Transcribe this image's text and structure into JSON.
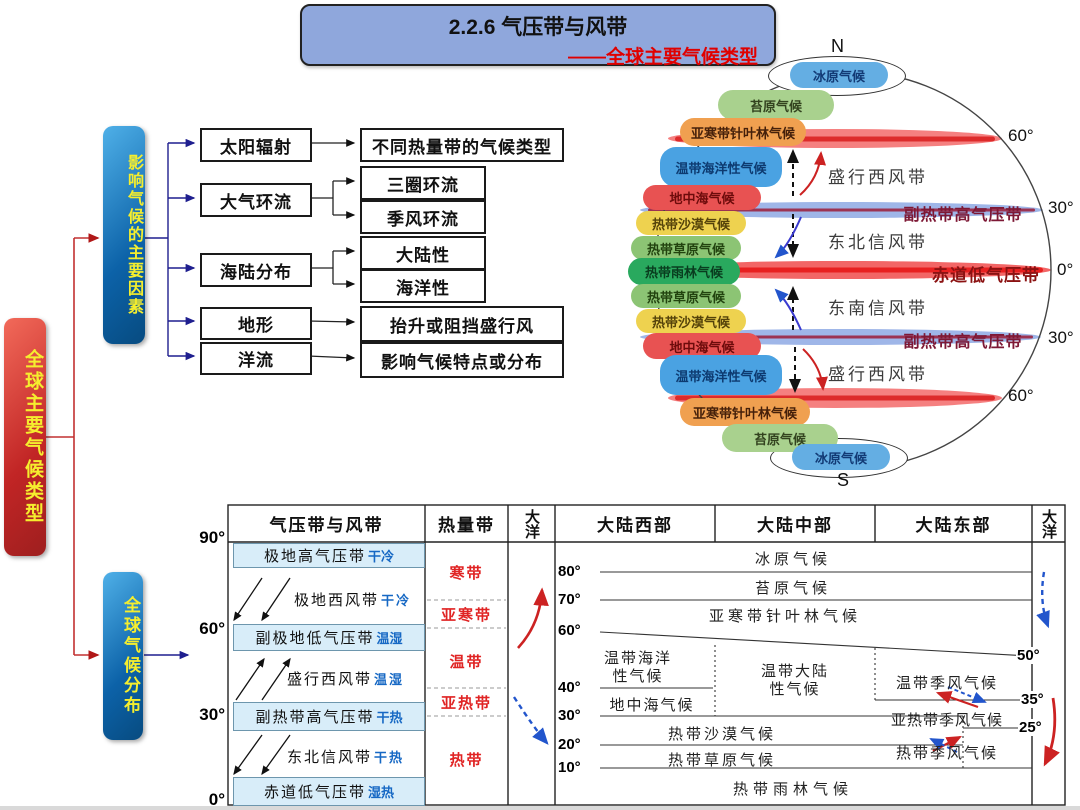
{
  "title": {
    "line1": "2.2.6 气压带与风带",
    "line2": "——全球主要气候类型"
  },
  "colors": {
    "accent_red": "#c00000",
    "box_blue": "#0c62a8",
    "title_bg": "#8fa7dc",
    "highlight_cell": "#d8edf9",
    "thermal_red": "#e02424",
    "band_red": "#f26666",
    "band_blue": "#9fb6e8"
  },
  "spine": {
    "root": "全球主要气候类型",
    "factors_title": "影响气候的主要因素",
    "distribution_title": "全球气候分布"
  },
  "flow": {
    "f1": "太阳辐射",
    "f2": "大气环流",
    "f3": "海陆分布",
    "f4": "地形",
    "f5": "洋流",
    "r1": "不同热量带的气候类型",
    "r2": "三圈环流",
    "r3": "季风环流",
    "r4": "大陆性",
    "r5": "海洋性",
    "r6": "抬升或阻挡盛行风",
    "r7": "影响气候特点或分布"
  },
  "globe": {
    "n": "N",
    "s": "S",
    "lat60n": "60°",
    "lat30n": "30°",
    "lat0": "0°",
    "lat30s": "30°",
    "lat60s": "60°",
    "belt_sub_n": "副热带高气压带",
    "belt_eq": "赤道低气压带",
    "belt_sub_s": "副热带高气压带",
    "wind_w_n": "盛行西风带",
    "wind_ne": "东北信风带",
    "wind_se": "东南信风带",
    "wind_w_s": "盛行西风带",
    "p_ice_n": "冰原气候",
    "p_tundra_n": "苔原气候",
    "p_taiga_n": "亚寒带针叶林气候",
    "p_oce_n": "温带海洋性气候",
    "p_med_n": "地中海气候",
    "p_desert_n": "热带沙漠气候",
    "p_sav_n": "热带草原气候",
    "p_rain": "热带雨林气候",
    "p_sav_s": "热带草原气候",
    "p_desert_s": "热带沙漠气候",
    "p_med_s": "地中海气候",
    "p_oce_s": "温带海洋性气候",
    "p_taiga_s": "亚寒带针叶林气候",
    "p_tundra_s": "苔原气候",
    "p_ice_s": "冰原气候"
  },
  "table": {
    "h1": "气压带与风带",
    "h2": "热量带",
    "h3": "大洋",
    "h4": "大陆西部",
    "h5": "大陆中部",
    "h6": "大陆东部",
    "h7": "大洋",
    "lat90": "90°",
    "lat60": "60°",
    "lat30": "30°",
    "lat0": "0°",
    "lat80": "80°",
    "lat70": "70°",
    "lat60i": "60°",
    "lat40": "40°",
    "lat30i": "30°",
    "lat20": "20°",
    "lat10": "10°",
    "lat50": "50°",
    "lat35": "35°",
    "lat25": "25°",
    "pb1": "极地高气压带",
    "pb1t": "干冷",
    "pb2": "极地西风带",
    "pb2t": "干冷",
    "pb3": "副极地低气压带",
    "pb3t": "温湿",
    "pb4": "盛行西风带",
    "pb4t": "温湿",
    "pb5": "副热带高气压带",
    "pb5t": "干热",
    "pb6": "东北信风带",
    "pb6t": "干热",
    "pb7": "赤道低气压带",
    "pb7t": "湿热",
    "tz1": "寒带",
    "tz2": "亚寒带",
    "tz3": "温带",
    "tz4": "亚热带",
    "tz5": "热带",
    "c_ice": "冰原气候",
    "c_tundra": "苔原气候",
    "c_taiga": "亚寒带针叶林气候",
    "c_oce1": "温带海洋",
    "c_oce2": "性气候",
    "c_cont1": "温带大陆",
    "c_cont2": "性气候",
    "c_tmon": "温带季风气候",
    "c_med": "地中海气候",
    "c_smon": "亚热带季风气候",
    "c_desert": "热带沙漠气候",
    "c_sav": "热带草原气候",
    "c_trmon": "热带季风气候",
    "c_rain": "热带雨林气候"
  }
}
